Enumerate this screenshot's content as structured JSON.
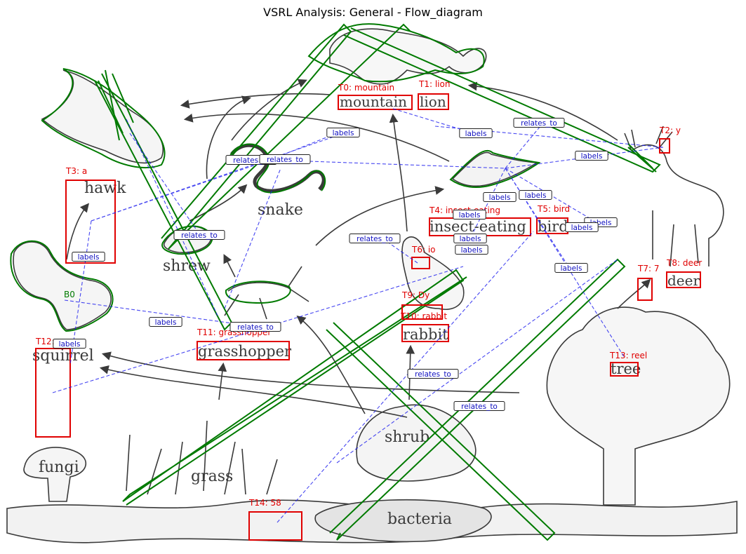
{
  "title": "VSRL Analysis: General - Flow_diagram",
  "colors": {
    "text_box": "#e00000",
    "object_outline": "#007a00",
    "relation_line": "#1a1aee",
    "drawing": "#3a3a3a"
  },
  "scene_words": {
    "mountain": "mountain",
    "lion": "lion",
    "hawk": "hawk",
    "snake": "snake",
    "shrew": "shrew",
    "insect_eating": "insect-eating",
    "bird": "bird",
    "deer": "deer",
    "rabbit": "rabbit",
    "grasshopper": "grasshopper",
    "squirrel": "squirrel",
    "fungi": "fungi",
    "grass": "grass",
    "shrub": "shrub",
    "bacteria": "bacteria",
    "tree": "tree"
  },
  "text_labels": {
    "t0": "T0: mountain",
    "t1": "T1: lion",
    "t2": "T2: y",
    "t3": "T3: a",
    "t4": "T4: insect-eating",
    "t5": "T5: bird",
    "t6": "T6: io",
    "t7": "T7: 7",
    "t8": "T8: deer",
    "t9": "T9: Dy",
    "t10": "T10: rabbit",
    "t11": "T11: grasshopper",
    "t12": "T12:",
    "t13": "T13: reel",
    "t14": "T14: 58"
  },
  "blob_label": "B0",
  "relation_labels": {
    "labels": "labels",
    "relates_to": "relates_to"
  }
}
